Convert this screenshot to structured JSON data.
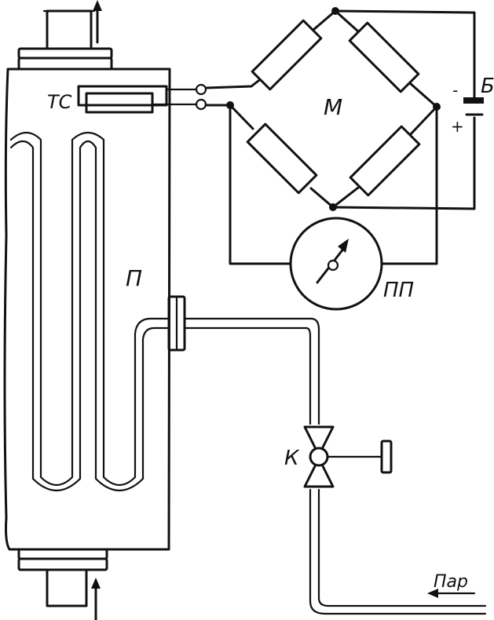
{
  "labels": {
    "sensor": "ТС",
    "bridge": "М",
    "battery": "Б",
    "battery_minus": "-",
    "battery_plus": "+",
    "heater": "П",
    "gauge": "ПП",
    "valve": "К",
    "steam": "Пар"
  },
  "colors": {
    "ink": "#111111",
    "background": "#ffffff"
  },
  "icons": {
    "gauge": "galvanometer-dial-icon",
    "valve": "valve-icon",
    "flow_arrows": "arrow-icon"
  }
}
